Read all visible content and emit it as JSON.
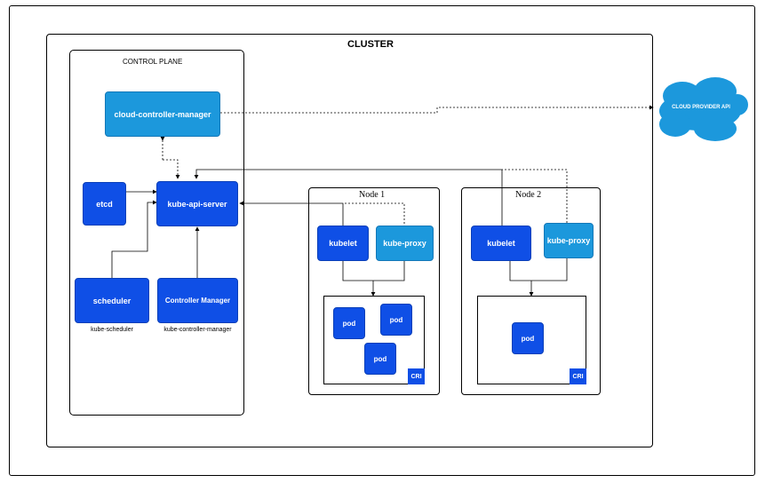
{
  "cluster": {
    "title": "CLUSTER"
  },
  "control_plane": {
    "title": "CONTROL PLANE",
    "cloud_controller_manager": "cloud-controller-manager",
    "etcd": "etcd",
    "kube_api_server": "kube-api-server",
    "scheduler": "scheduler",
    "scheduler_caption": "kube-scheduler",
    "controller_manager": "Controller Manager",
    "controller_manager_caption": "kube-controller-manager"
  },
  "cloud_provider": {
    "label": "CLOUD PROVIDER API"
  },
  "nodes": [
    {
      "title": "Node 1",
      "kubelet": "kubelet",
      "kube_proxy": "kube-proxy",
      "pods": [
        "pod",
        "pod",
        "pod"
      ],
      "cri": "CRI"
    },
    {
      "title": "Node 2",
      "kubelet": "kubelet",
      "kube_proxy": "kube-proxy",
      "pods": [
        "pod"
      ],
      "cri": "CRI"
    }
  ],
  "colors": {
    "component_dark": "#0f4fe6",
    "component_light": "#1c98dc",
    "cloud": "#1c98dc"
  },
  "icons": [
    "cloud-icon"
  ]
}
